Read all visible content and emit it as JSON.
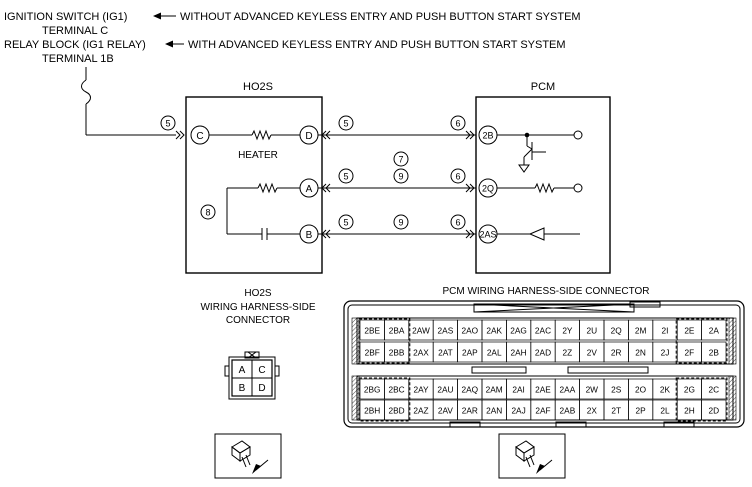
{
  "header": {
    "line1_source": "IGNITION SWITCH (IG1)",
    "line1_note": "WITHOUT ADVANCED KEYLESS ENTRY AND PUSH BUTTON START SYSTEM",
    "line1_terminal": "TERMINAL C",
    "line2_source": "RELAY BLOCK (IG1 RELAY)",
    "line2_note": "WITH ADVANCED KEYLESS ENTRY AND PUSH BUTTON START SYSTEM",
    "line2_terminal": "TERMINAL 1B"
  },
  "ho2s": {
    "title": "HO2S",
    "heater_label": "HEATER",
    "terminals": [
      "C",
      "D",
      "A",
      "B"
    ]
  },
  "pcm": {
    "title": "PCM",
    "terminals": [
      "2B",
      "2Q",
      "2AS"
    ]
  },
  "circled_numbers": [
    "5",
    "5",
    "6",
    "7",
    "9",
    "5",
    "6",
    "8",
    "5",
    "9",
    "6"
  ],
  "ho2s_connector": {
    "title": "HO2S",
    "subtitle_line1": "WIRING HARNESS-SIDE",
    "subtitle_line2": "CONNECTOR",
    "pins": [
      "A",
      "C",
      "B",
      "D"
    ]
  },
  "pcm_connector": {
    "title": "PCM WIRING HARNESS-SIDE CONNECTOR",
    "rows": [
      [
        "2BE",
        "2BA",
        "2AW",
        "2AS",
        "2AO",
        "2AK",
        "2AG",
        "2AC",
        "2Y",
        "2U",
        "2Q",
        "2M",
        "2I",
        "2E",
        "2A"
      ],
      [
        "2BF",
        "2BB",
        "2AX",
        "2AT",
        "2AP",
        "2AL",
        "2AH",
        "2AD",
        "2Z",
        "2V",
        "2R",
        "2N",
        "2J",
        "2F",
        "2B"
      ],
      [
        "2BG",
        "2BC",
        "2AY",
        "2AU",
        "2AQ",
        "2AM",
        "2AI",
        "2AE",
        "2AA",
        "2W",
        "2S",
        "2O",
        "2K",
        "2G",
        "2C"
      ],
      [
        "2BH",
        "2BD",
        "2AZ",
        "2AV",
        "2AR",
        "2AN",
        "2AJ",
        "2AF",
        "2AB",
        "2X",
        "2T",
        "2P",
        "2L",
        "2H",
        "2D"
      ]
    ]
  }
}
